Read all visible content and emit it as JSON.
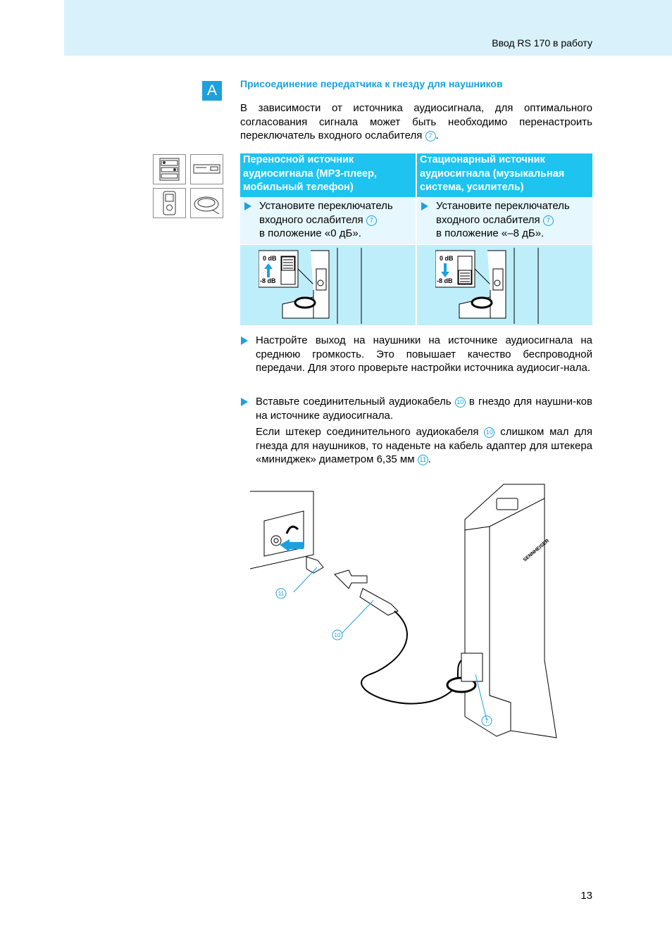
{
  "header": {
    "title": "Ввод RS 170 в работу"
  },
  "section": {
    "marker": "A",
    "heading": "Присоединение передатчика к гнезду для наушников",
    "intro_before": "В зависимости от источника аудиосигнала, для оптимального согласования сигнала может быть необходимо перенастроить переключатель входного ослабителя ",
    "intro_ref": "7",
    "intro_after": "."
  },
  "source_icons": [
    "stereo-system-icon",
    "cd-player-icon",
    "mp3-player-icon",
    "portable-cd-player-icon"
  ],
  "table": {
    "left": {
      "heading": "Переносной источник аудиосигнала (MP3-плеер, мобильный телефон)",
      "step_before": "Установите переключатель входного ослабителя ",
      "step_ref": "7",
      "step_after": "в положение «0 дБ».",
      "switch_top_label": "0 dB",
      "switch_bottom_label": "-8 dB",
      "switch_position": "0 dB"
    },
    "right": {
      "heading": "Стационарный источник аудиосигнала (музыкальная система, усилитель)",
      "step_before": "Установите переключатель входного ослабителя ",
      "step_ref": "7",
      "step_after": "в положение «–8 дБ».",
      "switch_top_label": "0 dB",
      "switch_bottom_label": "-8 dB",
      "switch_position": "-8 dB"
    }
  },
  "steps": {
    "step1": "Настройте выход на наушники на источнике аудиосигнала на среднюю громкость. Это повышает качество беспроводной передачи. Для этого проверьте настройки источника аудиосиг-нала.",
    "step2_before": "Вставьте соединительный аудиокабель ",
    "step2_ref": "10",
    "step2_after": " в гнездо для наушни-ков на источнике аудиосигнала.",
    "note_before": "Если штекер соединительного аудиокабеля ",
    "note_ref1": "10",
    "note_mid": " слишком мал для гнезда для наушников, то наденьте на кабель адаптер для штекера «миниджек» диаметром 6,35 мм ",
    "note_ref2": "11",
    "note_after": "."
  },
  "figure": {
    "callout_adapter": "11",
    "callout_cable": "10",
    "callout_attenuator": "7",
    "brand": "SENNHEISER"
  },
  "footer": {
    "page_number": "13"
  },
  "colors": {
    "accent": "#1ea0dc",
    "table_head": "#1ec3f0",
    "band": "#d9f1fa"
  }
}
